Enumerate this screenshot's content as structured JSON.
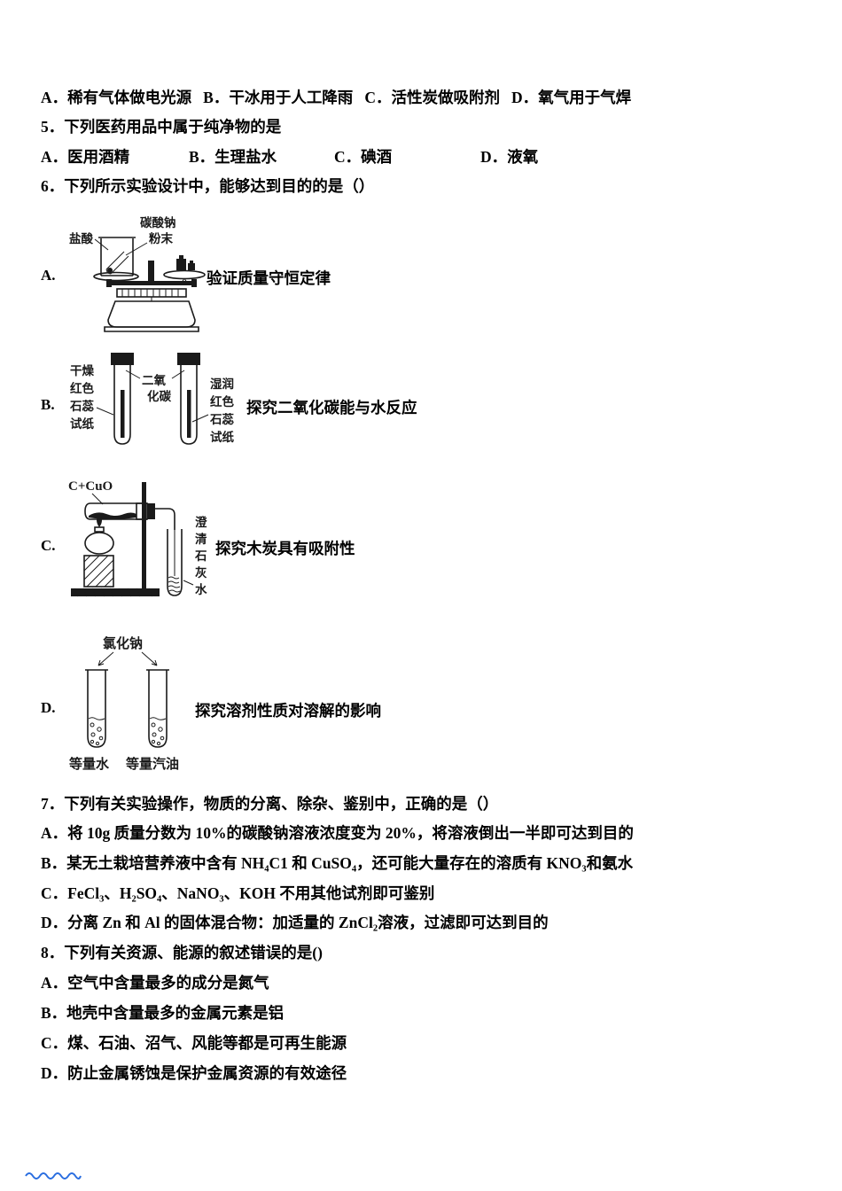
{
  "page": {
    "background": "#ffffff",
    "text_color": "#000000",
    "accent_blue": "#2a6ee0"
  },
  "q4_options": {
    "a": "A．稀有气体做电光源",
    "b": "B．干冰用于人工降雨",
    "c": "C．活性炭做吸附剂",
    "d": "D．氧气用于气焊"
  },
  "q5": {
    "stem": "5．下列医药用品中属于纯净物的是",
    "options": {
      "a": "A．医用酒精",
      "b": "B．生理盐水",
      "c": "C．碘酒",
      "d": "D．液氧"
    }
  },
  "q6": {
    "stem": "6．下列所示实验设计中，能够达到目的的是（）",
    "options": [
      {
        "letter": "A.",
        "caption": "验证质量守恒定律",
        "labels": {
          "reagent_left": "盐酸",
          "reagent_top_1": "碳酸钠",
          "reagent_top_2": "粉末"
        }
      },
      {
        "letter": "B.",
        "caption": "探究二氧化碳能与水反应",
        "labels": {
          "left": [
            "干燥",
            "红色",
            "石蕊",
            "试纸"
          ],
          "middle": [
            "二氧",
            "化碳"
          ],
          "right": [
            "湿润",
            "红色",
            "石蕊",
            "试纸"
          ]
        }
      },
      {
        "letter": "C.",
        "caption": "探究木炭具有吸附性",
        "labels": {
          "tube_contents": "C+CuO",
          "limewater": [
            "澄",
            "清",
            "石",
            "灰",
            "水"
          ]
        }
      },
      {
        "letter": "D.",
        "caption": "探究溶剂性质对溶解的影响",
        "labels": {
          "solute": "氯化钠",
          "left_tube": "等量水",
          "right_tube": "等量汽油"
        }
      }
    ]
  },
  "q7": {
    "stem": "7．下列有关实验操作，物质的分离、除杂、鉴别中，正确的是（）",
    "options": {
      "a": "A．将 10g 质量分数为 10%的碳酸钠溶液浓度变为 20%，将溶液倒出一半即可达到目的",
      "b": "B．某无土栽培营养液中含有 NH₄C1 和 CuSO₄，还可能大量存在的溶质有 KNO₃和氨水",
      "c": "C．FeCl₃、H₂SO₄、NaNO₃、KOH 不用其他试剂即可鉴别",
      "d": "D．分离 Zn 和 Al 的固体混合物：加适量的 ZnCl₂溶液，过滤即可达到目的"
    }
  },
  "q8": {
    "stem": "8．下列有关资源、能源的叙述错误的是()",
    "options": {
      "a": "A．空气中含量最多的成分是氮气",
      "b": "B．地壳中含量最多的金属元素是铝",
      "c": "C．煤、石油、沼气、风能等都是可再生能源",
      "d": "D．防止金属锈蚀是保护金属资源的有效途径"
    }
  }
}
